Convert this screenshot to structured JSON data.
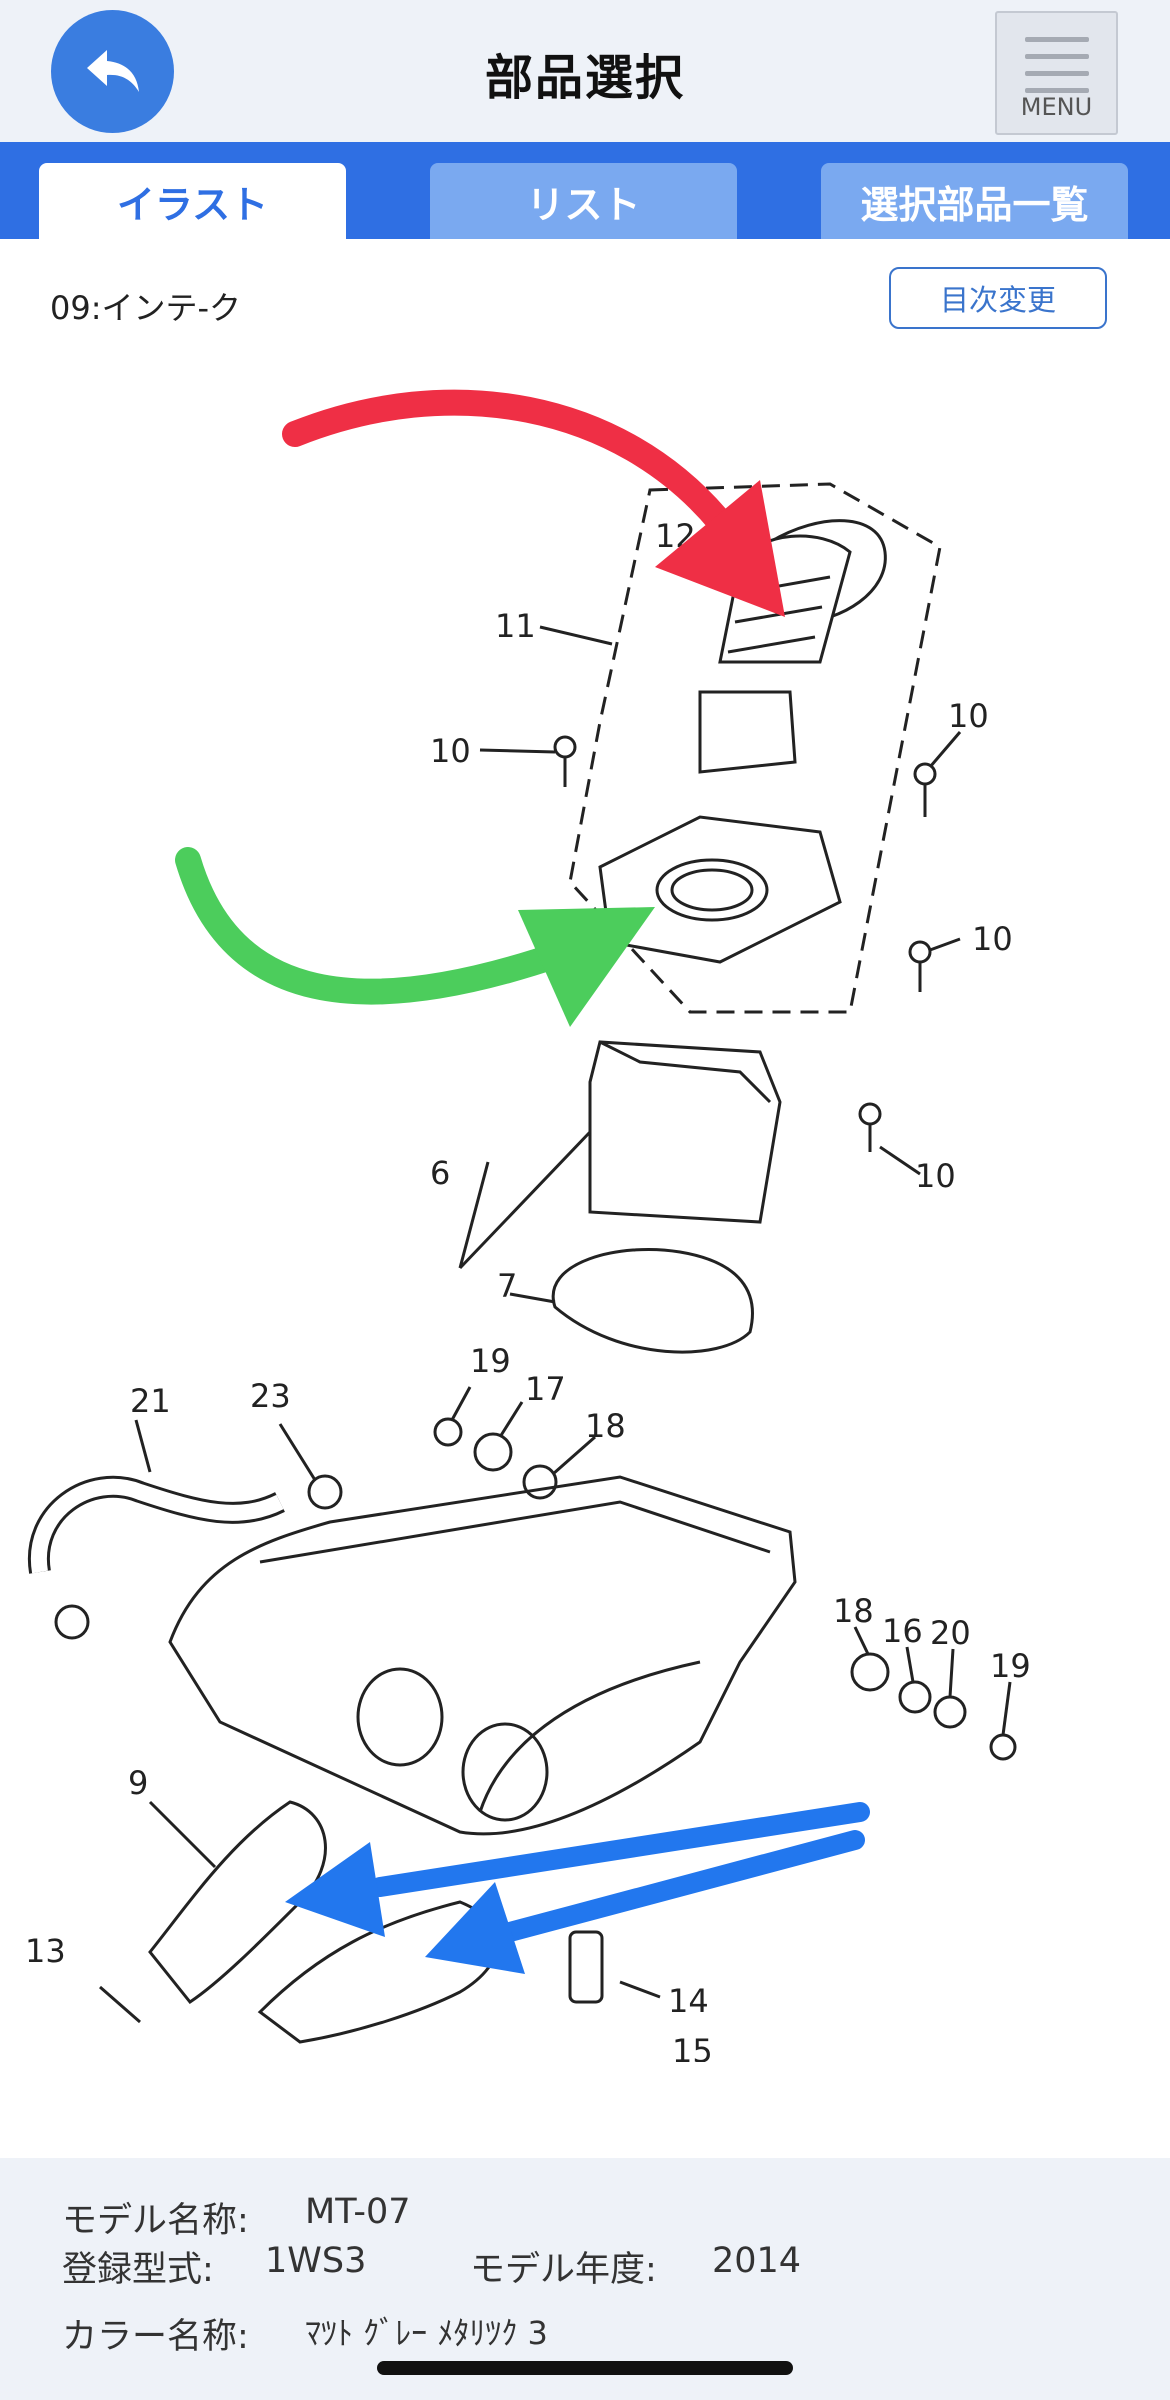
{
  "header": {
    "title": "部品選択",
    "menu_label": "MENU"
  },
  "tabs": [
    {
      "label": "イラスト",
      "active": true
    },
    {
      "label": "リスト",
      "active": false
    },
    {
      "label": "選択部品一覧",
      "active": false
    }
  ],
  "section": {
    "title": "09:インテ-ク",
    "toc_button": "目次変更"
  },
  "diagram": {
    "callouts": [
      "11",
      "10",
      "10",
      "10",
      "10",
      "6",
      "7",
      "19",
      "17",
      "18",
      "21",
      "23",
      "18",
      "16",
      "20",
      "19",
      "9",
      "13",
      "14",
      "15",
      "12"
    ],
    "arrow_colors": {
      "red": "#ef2f45",
      "green": "#4ccd5c",
      "blue": "#2277ee"
    }
  },
  "footer": {
    "model_name_label": "モデル名称:",
    "model_name": "MT-07",
    "reg_type_label": "登録型式:",
    "reg_type": "1WS3",
    "model_year_label": "モデル年度:",
    "model_year": "2014",
    "color_label": "カラー名称:",
    "color": "ﾏﾂﾄ ｸﾞﾚｰ ﾒﾀﾘﾂｸ 3"
  },
  "colors": {
    "accent": "#2f6fe3",
    "back_button": "#3a7de0",
    "tab_inactive": "#7aa9f0"
  }
}
